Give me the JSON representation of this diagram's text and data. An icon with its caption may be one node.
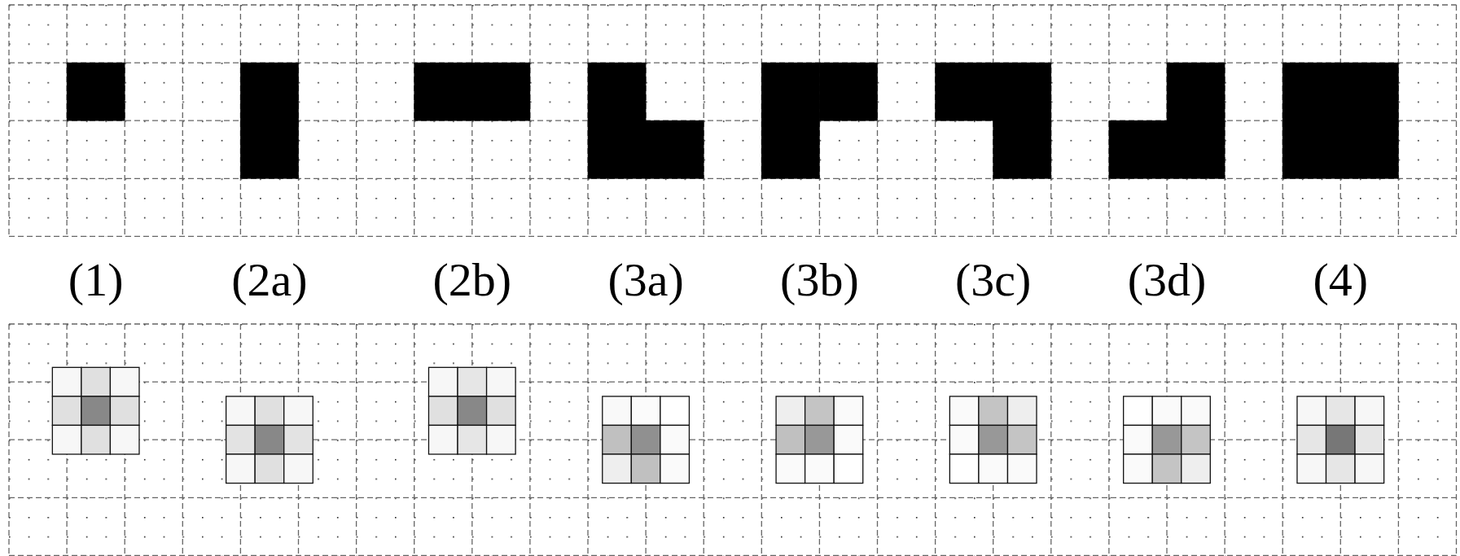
{
  "diagram": {
    "labels": [
      "(1)",
      "(2a)",
      "(2b)",
      "(3a)",
      "(3b)",
      "(3c)",
      "(3d)",
      "(4)"
    ]
  }
}
